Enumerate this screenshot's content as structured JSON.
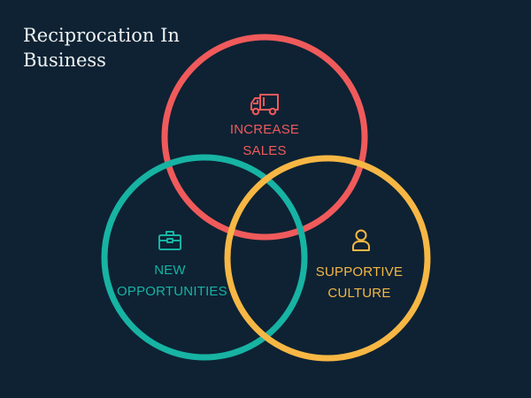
{
  "title": {
    "line1": "Reciprocation In",
    "line2": "Business"
  },
  "colors": {
    "background": "#0e2233",
    "red": "#f05a5b",
    "teal": "#17b3a3",
    "yellow": "#f7b744"
  },
  "circles": [
    {
      "id": "increase-sales",
      "label_line1": "INCREASE",
      "label_line2": "SALES",
      "icon": "truck-icon",
      "color": "#f05a5b"
    },
    {
      "id": "new-opportunities",
      "label_line1": "NEW",
      "label_line2": "OPPORTUNITIES",
      "icon": "briefcase-icon",
      "color": "#17b3a3"
    },
    {
      "id": "supportive-culture",
      "label_line1": "SUPPORTIVE",
      "label_line2": "CULTURE",
      "icon": "user-icon",
      "color": "#f7b744"
    }
  ]
}
